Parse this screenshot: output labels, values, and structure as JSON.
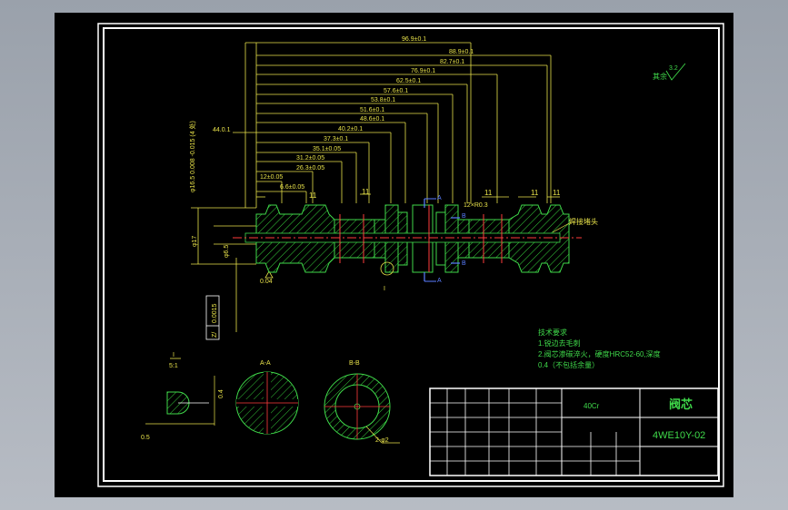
{
  "drawing": {
    "part_name": "阀芯",
    "drawing_number": "4WE10Y-02",
    "material": "40Cr",
    "roughness_symbol": "其余",
    "roughness_value": "3.2"
  },
  "dimensions": {
    "d1": "96.9±0.1",
    "d2": "88.9±0.1",
    "d3": "82.7±0.1",
    "d4": "76.9±0.1",
    "d5": "62.5±0.1",
    "d6": "57.6±0.1",
    "d7": "53.8±0.1",
    "d8": "51.6±0.1",
    "d9": "48.6±0.1",
    "d10": "40.2±0.1",
    "d11": "37.3±0.1",
    "d12": "35.1±0.05",
    "d13": "31.2±0.05",
    "d14": "26.3±0.05",
    "d15": "12±0.05",
    "d16": "6.6±0.05",
    "d17": "44.0.1",
    "r1": "12×R0.3",
    "small": "0.04",
    "tol": "0.0015",
    "dia1": "φ17",
    "dia2": "φ6.5",
    "vert_left": "φ16.5 0.008 -0.015 (4 处)",
    "dia3": "2-φ2",
    "dim_05": "0.5",
    "dim_04": "0.4",
    "leader_weld": "焊接堵头"
  },
  "sections": {
    "aa": "A-A",
    "bb": "B-B",
    "scale": "5:1",
    "a": "A",
    "b": "B"
  },
  "notes": {
    "title": "技术要求",
    "line1": "1.锐边去毛刺",
    "line2": "2.阀芯渗碳淬火，硬度HRC52-60,深度",
    "line3": "0.4（不包括余量）"
  },
  "colors": {
    "frame": "#ffffff",
    "dim": "#e8e24a",
    "part": "#3fd94a",
    "center": "#ff3d3d",
    "text_green": "#50ff50",
    "hatch": "#35c93a",
    "section_mark": "#5a7dff"
  }
}
